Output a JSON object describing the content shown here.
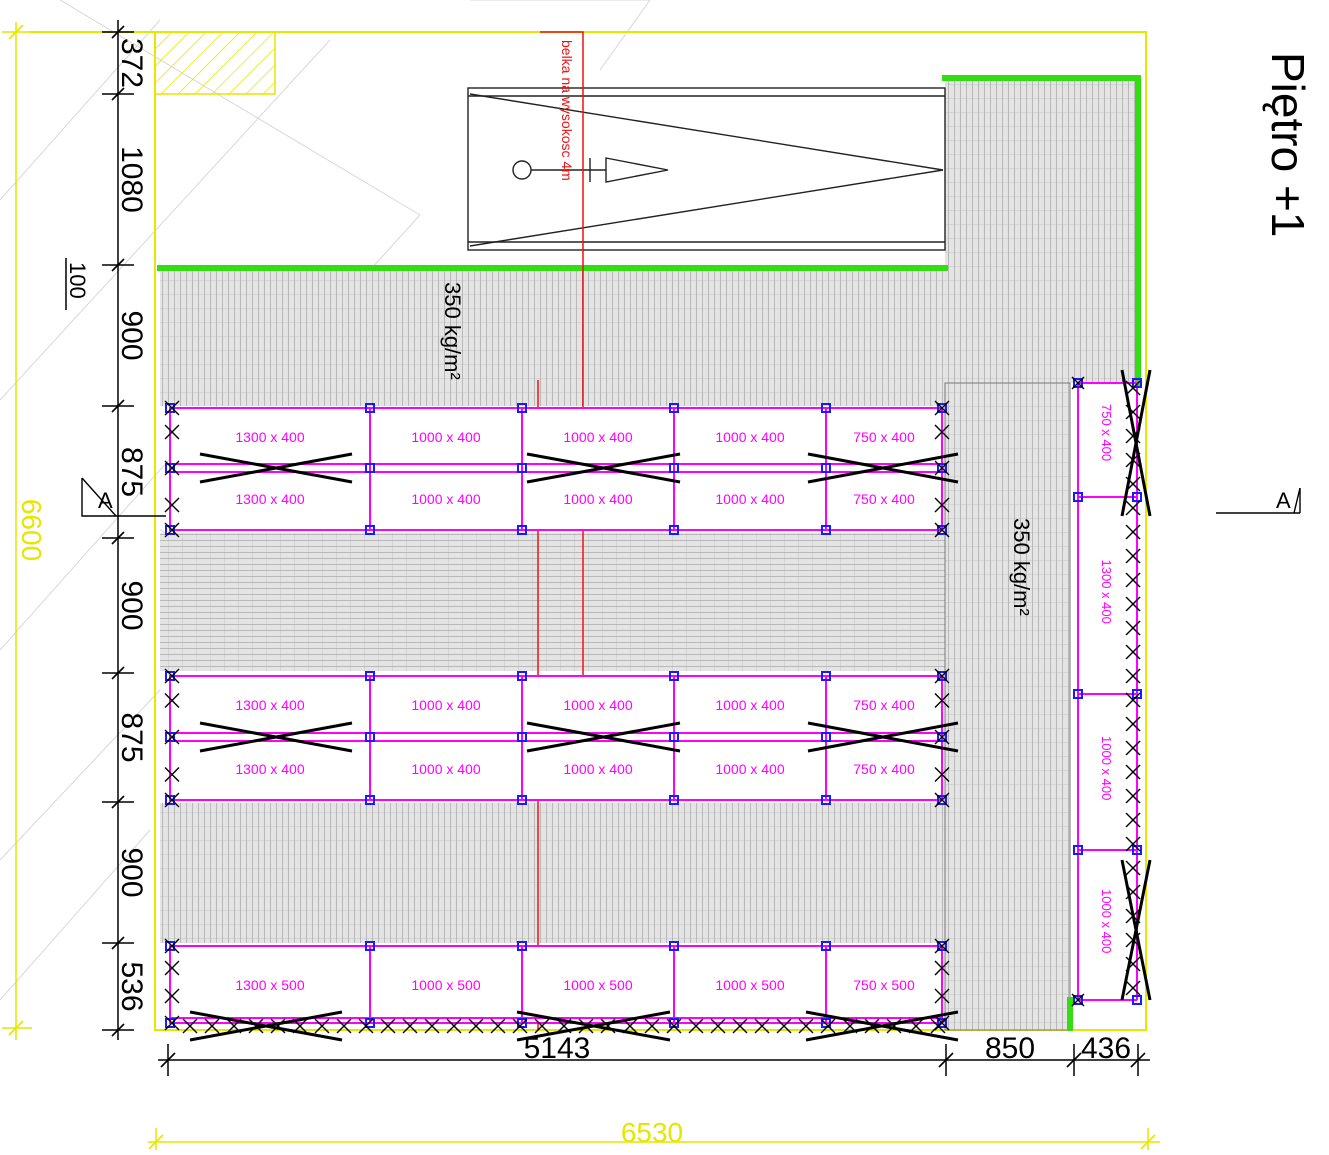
{
  "title": "Piętro +1",
  "beam_note": "belka na wysokosc 4m",
  "load_labels": {
    "left": "350 kg/m²",
    "right": "350 kg/m²"
  },
  "section_marker": "A",
  "left_level_label": "100",
  "dimensions": {
    "total_height": "6600",
    "total_width": "6530",
    "vertical": [
      "372",
      "1080",
      "900",
      "875",
      "900",
      "875",
      "900",
      "536"
    ],
    "bottom": [
      "5143",
      "850",
      "436"
    ]
  },
  "bays": {
    "row1_top": [
      "1300 x 400",
      "1000 x 400",
      "1000 x 400",
      "1000 x 400",
      "750 x 400"
    ],
    "row1_bottom": [
      "1300 x 400",
      "1000 x 400",
      "1000 x 400",
      "1000 x 400",
      "750 x 400"
    ],
    "row2_top": [
      "1300 x 400",
      "1000 x 400",
      "1000 x 400",
      "1000 x 400",
      "750 x 400"
    ],
    "row2_bottom": [
      "1300 x 400",
      "1000 x 400",
      "1000 x 400",
      "1000 x 400",
      "750 x 400"
    ],
    "row3": [
      "1300 x 500",
      "1000 x 500",
      "1000 x 500",
      "1000 x 500",
      "750 x 500"
    ],
    "right_column": [
      "750 x 400",
      "1300 x 400",
      "1000 x 400",
      "1000 x 400"
    ]
  },
  "colors": {
    "outline_yellow": "#e6e600",
    "railing_green": "#33dd11",
    "rack_magenta": "#ff00ff",
    "node_blue": "#1a1aff",
    "beam_red": "#ee1111",
    "deck_grid": "#9a9a9a",
    "deck_fill": "#e4e4e4"
  }
}
